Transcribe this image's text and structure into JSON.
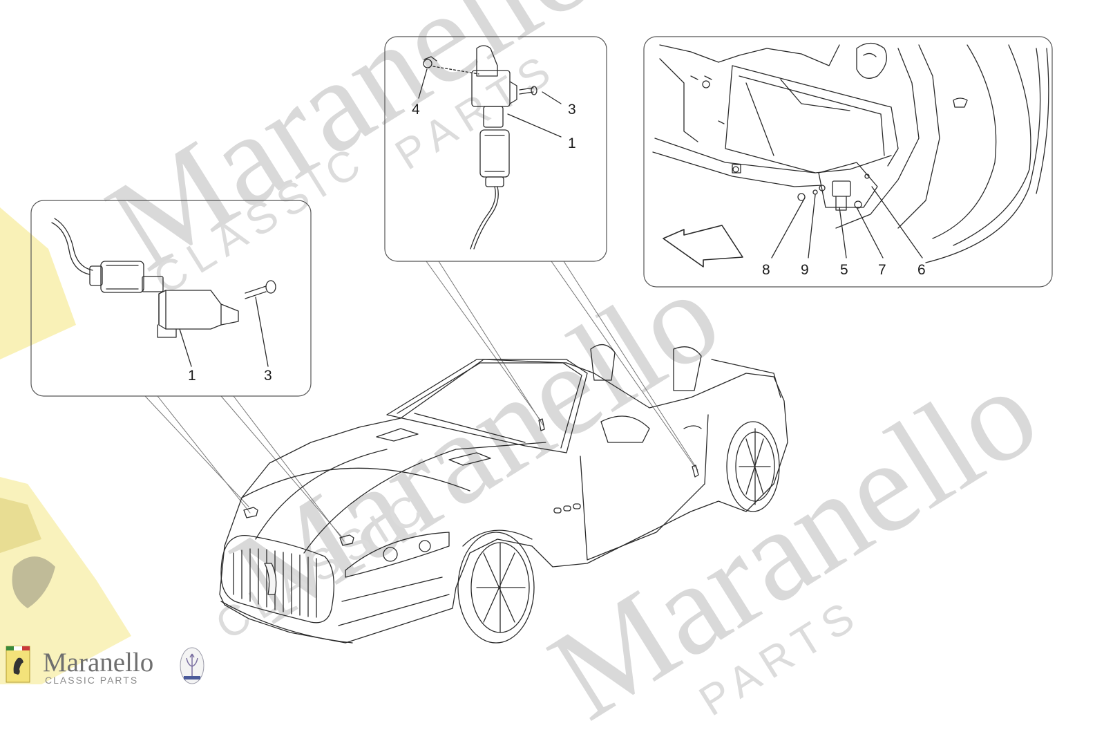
{
  "brand": {
    "name": "Maranello",
    "subtitle": "CLASSIC PARTS"
  },
  "watermark": {
    "word": "Maranello",
    "tagline_a": "CLASSIC",
    "tagline_b": "PARTS"
  },
  "panels": {
    "left": {
      "callouts": [
        "1",
        "3"
      ]
    },
    "middle": {
      "callouts": [
        "4",
        "3",
        "1"
      ]
    },
    "right": {
      "callouts": [
        "8",
        "9",
        "5",
        "7",
        "6"
      ]
    }
  },
  "colors": {
    "line": "#2a2a2a",
    "frame": "#555555",
    "watermark": "#d9d9d9",
    "ferrari_yellow": "#f3e27a"
  }
}
